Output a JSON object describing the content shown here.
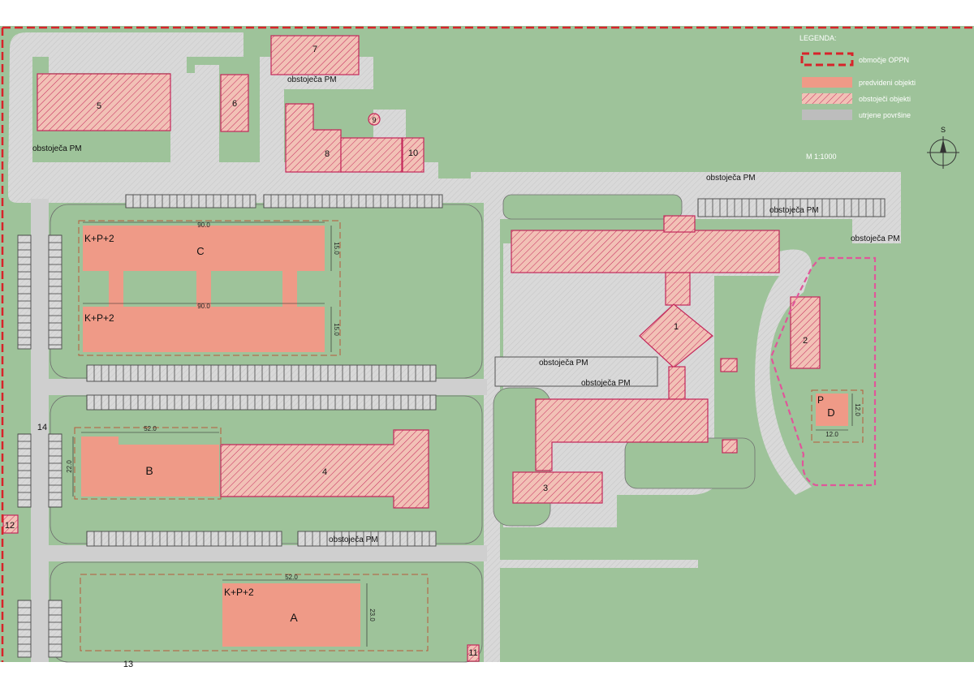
{
  "legend": {
    "title": "LEGENDA:",
    "items": [
      {
        "label": "območje OPPN",
        "kind": "boundary"
      },
      {
        "label": "predvideni objekti",
        "kind": "proposed"
      },
      {
        "label": "obstoječi objekti",
        "kind": "existing"
      },
      {
        "label": "utrjene površine",
        "kind": "paved"
      }
    ]
  },
  "scale": "M 1:1000",
  "north_label": "S",
  "colors": {
    "ground": "#9ec39a",
    "paved": "#d9d9d9",
    "proposed": "#ef9a87",
    "existing_fill": "#f2c1b6",
    "existing_stroke": "#c4285b",
    "boundary": "#d8232a",
    "parking": "#4a4a4a"
  },
  "proposed_buildings": {
    "C": {
      "letter": "C",
      "floors_top": "K+P+2",
      "floors_bottom": "K+P+2",
      "dim_width": "90.0",
      "dim_width_lower": "90.0",
      "dim_depth_top": "15.0",
      "dim_depth_bottom": "15.0"
    },
    "B": {
      "letter": "B",
      "dim_width": "52.0",
      "dim_depth": "22.0"
    },
    "A": {
      "letter": "A",
      "floors": "K+P+2",
      "dim_width": "52.0",
      "dim_depth": "23.0"
    },
    "D": {
      "letter": "D",
      "floors": "P",
      "dim_width": "12.0",
      "dim_depth": "12.0"
    }
  },
  "existing_buildings": [
    "1",
    "2",
    "3",
    "4",
    "5",
    "6",
    "7",
    "8",
    "9",
    "10",
    "11",
    "12"
  ],
  "parking_labels": {
    "top_left": "obstoječa PM",
    "left": "obstoječa PM",
    "top_right_1": "obstoječa PM",
    "top_right_2": "obstoječa PM",
    "top_right_3": "obstoječa PM",
    "middle_1": "obstoječa PM",
    "middle_2": "obstoječa PM",
    "bottom": "obstoječa PM"
  },
  "lot_numbers": {
    "left_14": "14",
    "bottom_13": "13"
  }
}
